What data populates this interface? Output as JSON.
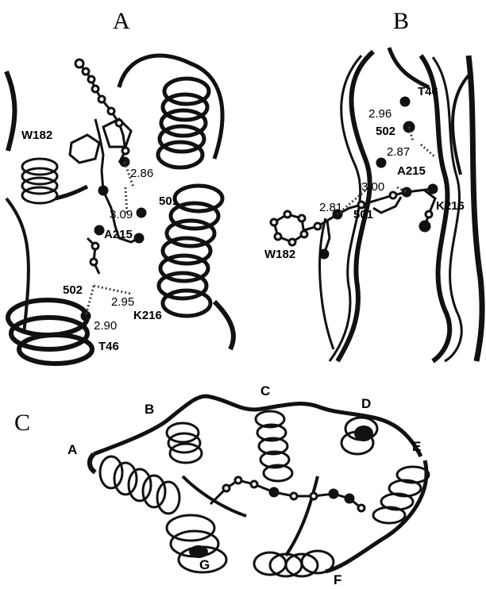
{
  "panel_a": {
    "letter": "A",
    "labels": {
      "W182": "W182",
      "r501": "501",
      "A215": "A215",
      "r502": "502",
      "K216": "K216",
      "T46": "T46",
      "d286": "2.86",
      "d309": "3.09",
      "d295": "2.95",
      "d290": "2.90"
    }
  },
  "panel_b": {
    "letter": "B",
    "labels": {
      "T46": "T46",
      "r502": "502",
      "A215": "A215",
      "K216": "K216",
      "r501": "501",
      "W182": "W182",
      "d296": "2.96",
      "d287": "2.87",
      "d300": "3.00",
      "d281": "2.81"
    }
  },
  "panel_c": {
    "letter": "C",
    "helices": {
      "A": "A",
      "B": "B",
      "C": "C",
      "D": "D",
      "E": "E",
      "F": "F",
      "G": "G"
    }
  }
}
